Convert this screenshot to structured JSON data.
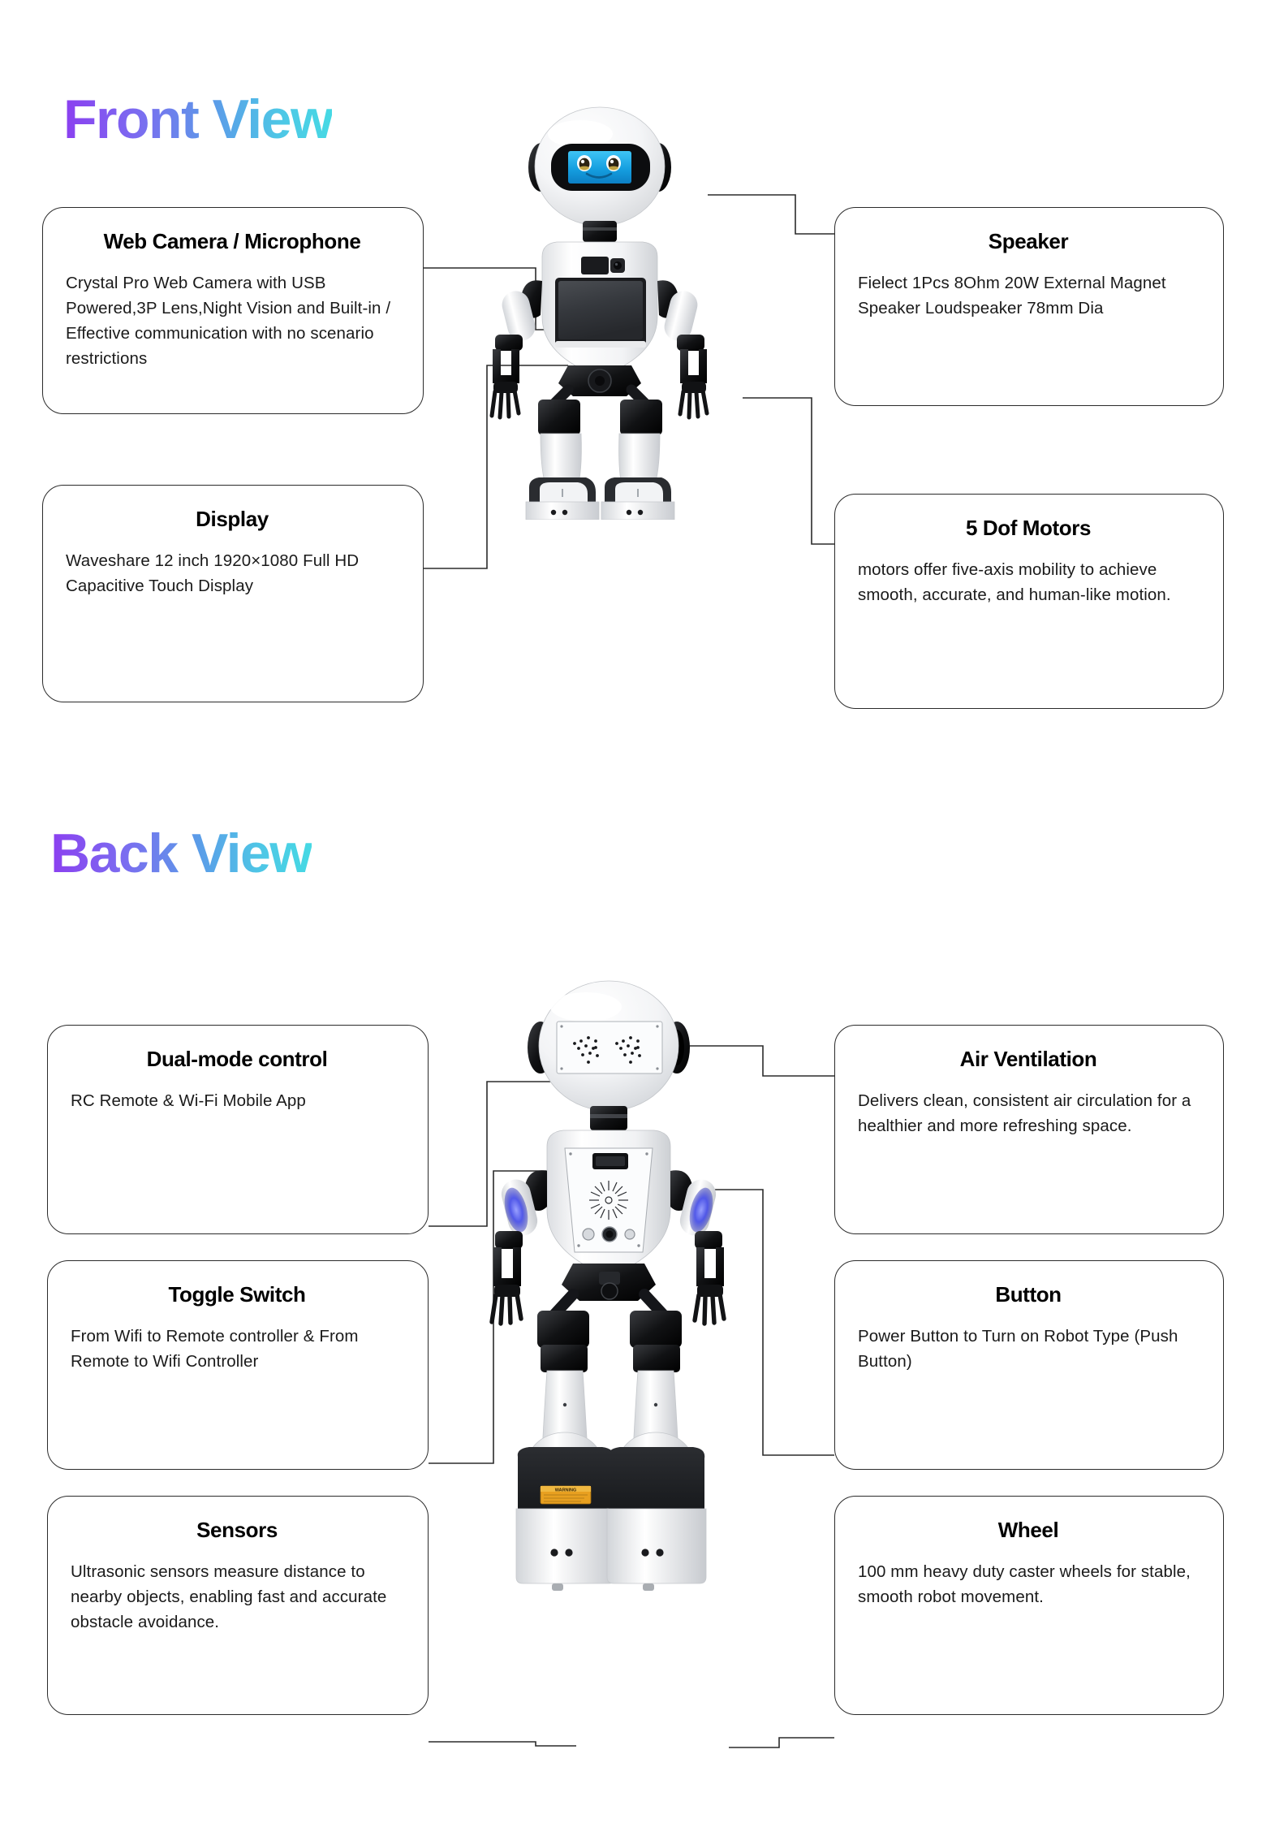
{
  "sections": [
    {
      "id": "front-view",
      "title": "Front View",
      "robot_alt": "humanoid-robot-front-view"
    },
    {
      "id": "back-view",
      "title": "Back View",
      "robot_alt": "humanoid-robot-back-view"
    }
  ],
  "theme": {
    "gradient_start": "#8b3ff0",
    "gradient_mid": "#5b9be8",
    "gradient_end": "#46d9e4",
    "card_border": "#2b2b2b",
    "background": "#ffffff",
    "text": "#000000",
    "robot_face_screen": "#1ea7e8",
    "robot_led": "#3b3fd8"
  },
  "front_cards": [
    {
      "name": "web-camera-microphone",
      "title": "Web Camera / Microphone",
      "body": "Crystal Pro Web Camera with USB Powered,3P Lens,Night Vision and Built-in / Effective communication with no scenario restrictions"
    },
    {
      "name": "speaker",
      "title": "Speaker",
      "body": "Fielect 1Pcs 8Ohm 20W External Magnet Speaker Loudspeaker 78mm Dia"
    },
    {
      "name": "display",
      "title": "Display",
      "body": "Waveshare 12 inch 1920×1080 Full HD Capacitive Touch Display"
    },
    {
      "name": "5-dof-motors",
      "title": "5 Dof Motors",
      "body": "motors offer five-axis mobility to achieve smooth, accurate, and human-like motion."
    }
  ],
  "back_cards": [
    {
      "name": "dual-mode-control",
      "title": "Dual-mode control",
      "body": "RC Remote & Wi-Fi Mobile App"
    },
    {
      "name": "air-ventilation",
      "title": "Air Ventilation",
      "body": "Delivers clean, consistent air circulation for a healthier and more refreshing space."
    },
    {
      "name": "toggle-switch",
      "title": "Toggle Switch",
      "body": "From Wifi to Remote controller & From Remote to Wifi Controller"
    },
    {
      "name": "button",
      "title": "Button",
      "body": "Power Button to Turn on Robot Type (Push Button)"
    },
    {
      "name": "sensors",
      "title": "Sensors",
      "body": "Ultrasonic sensors measure distance to nearby objects, enabling fast and accurate obstacle avoidance."
    },
    {
      "name": "wheel",
      "title": "Wheel",
      "body": "100 mm heavy duty caster wheels for stable, smooth robot movement."
    }
  ]
}
